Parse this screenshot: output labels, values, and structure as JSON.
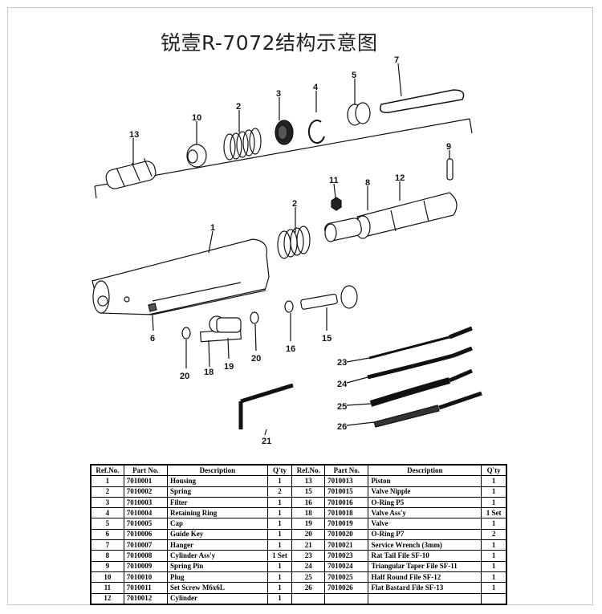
{
  "title": "锐壹R-7072结构示意图",
  "callouts": {
    "c1": "1",
    "c2a": "2",
    "c2b": "2",
    "c3": "3",
    "c4": "4",
    "c5": "5",
    "c6": "6",
    "c7": "7",
    "c8": "8",
    "c9": "9",
    "c10": "10",
    "c11": "11",
    "c12": "12",
    "c13": "13",
    "c15": "15",
    "c16": "16",
    "c18": "18",
    "c19": "19",
    "c20a": "20",
    "c20b": "20",
    "c21": "21",
    "c23": "23",
    "c24": "24",
    "c25": "25",
    "c26": "26"
  },
  "table": {
    "headers": [
      "Ref.No.",
      "Part No.",
      "Description",
      "Q'ty",
      "Ref.No.",
      "Part No.",
      "Description",
      "Q'ty"
    ],
    "rows": [
      [
        "1",
        "7010001",
        "Housing",
        "1",
        "13",
        "7010013",
        "Piston",
        "1"
      ],
      [
        "2",
        "7010002",
        "Spring",
        "2",
        "15",
        "7010015",
        "Valve Nipple",
        "1"
      ],
      [
        "3",
        "7010003",
        "Filter",
        "1",
        "16",
        "7010016",
        "O-Ring P5",
        "1"
      ],
      [
        "4",
        "7010004",
        "Retaining Ring",
        "1",
        "18",
        "7010018",
        "Valve Ass'y",
        "1 Set"
      ],
      [
        "5",
        "7010005",
        "Cap",
        "1",
        "19",
        "7010019",
        "Valve",
        "1"
      ],
      [
        "6",
        "7010006",
        "Guide Key",
        "1",
        "20",
        "7010020",
        "O-Ring P7",
        "2"
      ],
      [
        "7",
        "7010007",
        "Hanger",
        "1",
        "21",
        "7010021",
        "Service Wrench (3mm)",
        "1"
      ],
      [
        "8",
        "7010008",
        "Cylinder Ass'y",
        "1 Set",
        "23",
        "7010023",
        "Rat Tail File SF-10",
        "1"
      ],
      [
        "9",
        "7010009",
        "Spring Pin",
        "1",
        "24",
        "7010024",
        "Triangular Taper File SF-11",
        "1"
      ],
      [
        "10",
        "7010010",
        "Plug",
        "1",
        "25",
        "7010025",
        "Half Round File SF-12",
        "1"
      ],
      [
        "11",
        "7010011",
        "Set Screw M6x6L",
        "1",
        "26",
        "7010026",
        "Flat Bastard File SF-13",
        "1"
      ],
      [
        "12",
        "7010012",
        "Cylinder",
        "1",
        "",
        "",
        "",
        ""
      ]
    ]
  }
}
